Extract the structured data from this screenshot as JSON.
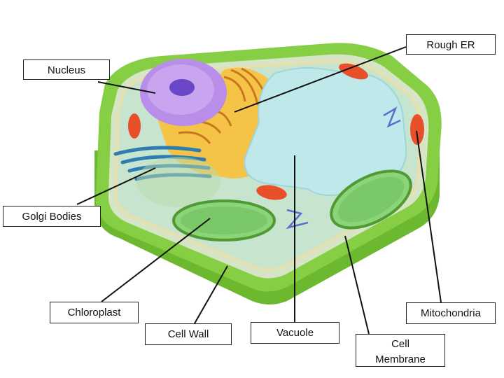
{
  "labels": {
    "rough_er": "Rough ER",
    "nucleus": "Nucleus",
    "golgi_bodies": "Golgi Bodies",
    "chloroplast": "Chloroplast",
    "mitochondria": "Mitochondria",
    "cell_wall": "Cell Wall",
    "vacuole": "Vacuole",
    "cell_membrane_line1": "Cell",
    "cell_membrane_line2": "Membrane"
  },
  "colors": {
    "cell_wall": "#7cc63a",
    "cell_wall_dark": "#4e9a1e",
    "cytoplasm": "#c9e6d2",
    "membrane": "#e8e2b4",
    "nucleus": "#b98ee8",
    "nucleolus": "#6a47c6",
    "rough_er": "#f0a63a",
    "golgi": "#2f7db0",
    "vacuole": "#bfe7ea",
    "chloroplast": "#8cd47a",
    "mitochondria": "#e8502a"
  }
}
